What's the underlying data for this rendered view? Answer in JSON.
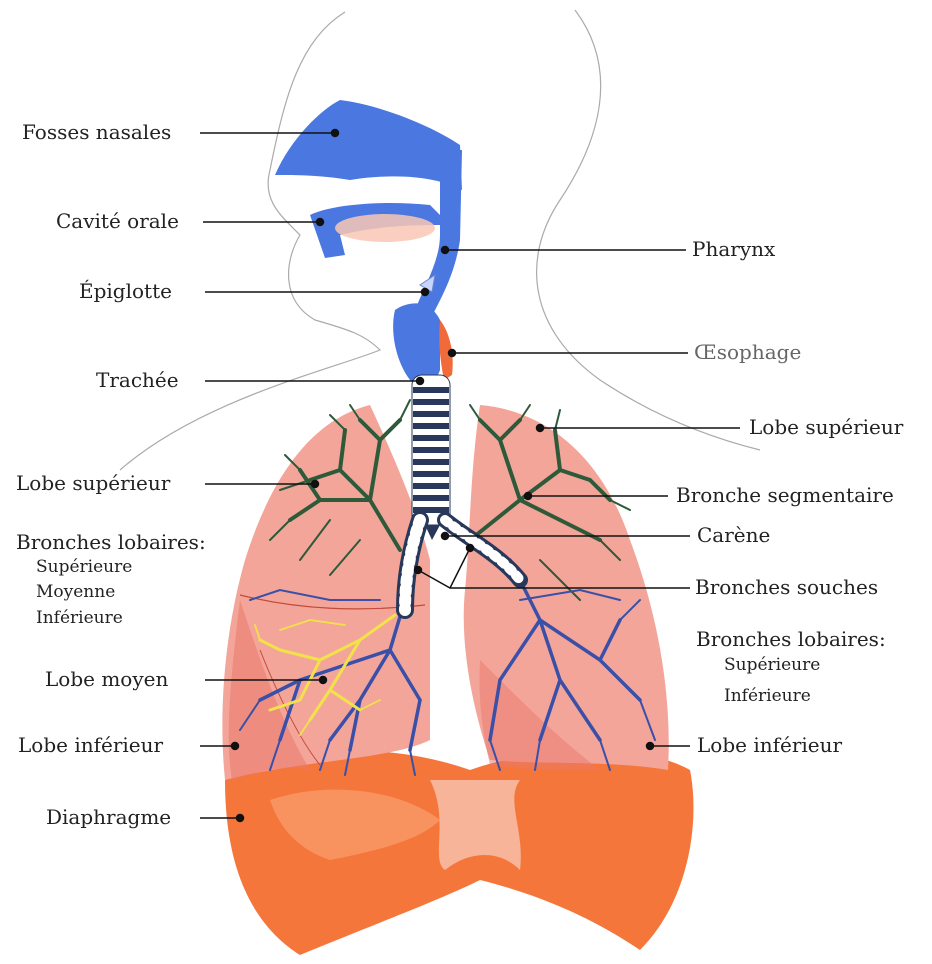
{
  "colors": {
    "airway": "#4a78e0",
    "lung": "#f4a59a",
    "lung_dark": "#e9786a",
    "diaphragm": "#f46a2a",
    "bronchi_upper": "#2f5a3a",
    "bronchi_lower": "#3a4fa8",
    "bronchi_middle": "#f2e24a",
    "outline": "#9a9a9a"
  },
  "labels": {
    "fosses_nasales": "Fosses nasales",
    "cavite_orale": "Cavité orale",
    "epiglotte": "Épiglotte",
    "trachee": "Trachée",
    "lobe_superieur_left": "Lobe supérieur",
    "bronches_lobaires_left": "Bronches lobaires:",
    "left_sub_superieure": "Supérieure",
    "left_sub_moyenne": "Moyenne",
    "left_sub_inferieure": "Inférieure",
    "lobe_moyen": "Lobe moyen",
    "lobe_inferieur_left": "Lobe inférieur",
    "diaphragme": "Diaphragme",
    "pharynx": "Pharynx",
    "oesophage": "Œsophage",
    "lobe_superieur_right": "Lobe supérieur",
    "bronche_segmentaire": "Bronche segmentaire",
    "carene": "Carène",
    "bronches_souches": "Bronches souches",
    "bronches_lobaires_right": "Bronches lobaires:",
    "right_sub_superieure": "Supérieure",
    "right_sub_inferieure": "Inférieure",
    "lobe_inferieur_right": "Lobe inférieur"
  }
}
